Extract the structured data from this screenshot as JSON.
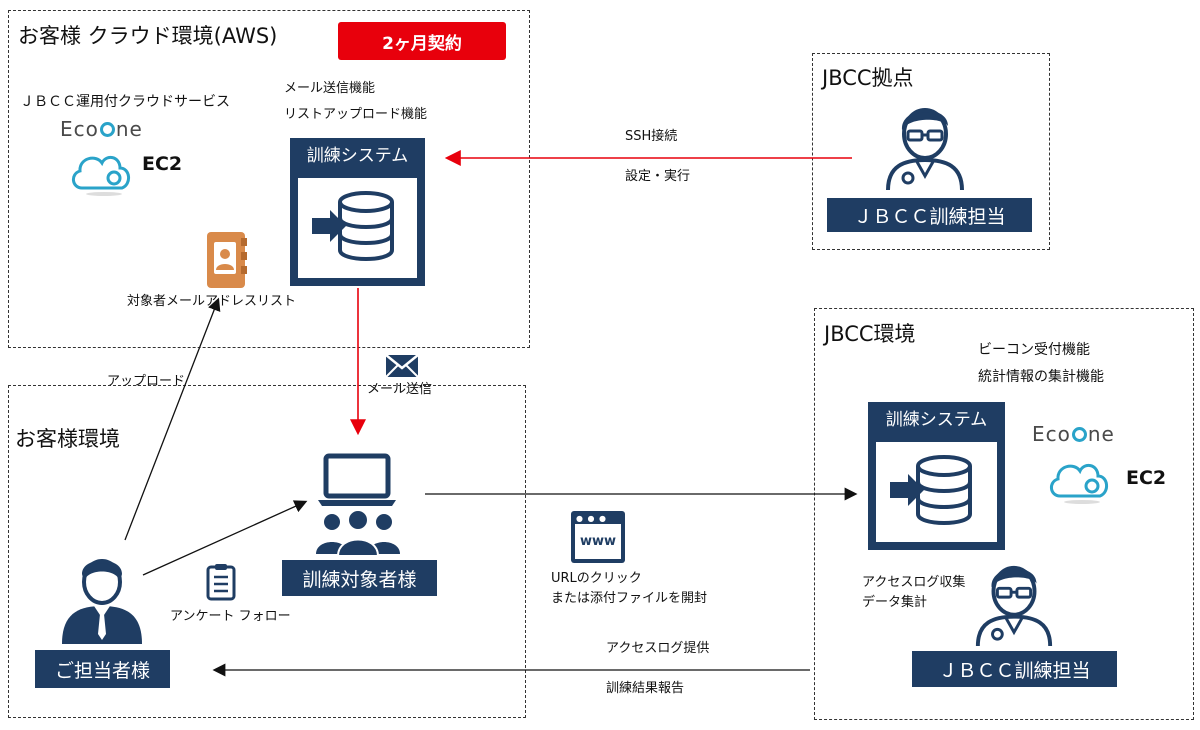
{
  "aws": {
    "title": "お客様 クラウド環境(AWS)",
    "contract_badge": "2ヶ月契約",
    "service_label": "ＪＢＣＣ運用付クラウドサービス",
    "logo_text_1": "Eco",
    "logo_text_2": "ne",
    "ec2": "EC2",
    "func_1": "メール送信機能",
    "func_2": "リストアップロード機能",
    "system_title": "訓練システム",
    "addresslist_label": "対象者メールアドレスリスト"
  },
  "jbcc_base": {
    "title": "JBCC拠点",
    "person_label": "ＪＢＣＣ訓練担当"
  },
  "ssh": {
    "line1": "SSH接続",
    "line2": "設定・実行"
  },
  "mail": {
    "label": "メール送信"
  },
  "upload": {
    "label": "アップロード"
  },
  "customer": {
    "title": "お客様環境",
    "targets_label": "訓練対象者様",
    "contact_label": "ご担当者様",
    "survey_label": "アンケート フォロー"
  },
  "url_click": {
    "line1": "URLのクリック",
    "line2": "または添付ファイルを開封",
    "www": "www"
  },
  "jbcc_env": {
    "title": "JBCC環境",
    "func_1": "ビーコン受付機能",
    "func_2": "統計情報の集計機能",
    "system_title": "訓練システム",
    "logo_text_1": "Eco",
    "logo_text_2": "ne",
    "ec2": "EC2",
    "log_1": "アクセスログ収集",
    "log_2": "データ集計",
    "person_label": "ＪＢＣＣ訓練担当"
  },
  "report": {
    "line1": "アクセスログ提供",
    "line2": "訓練結果報告"
  },
  "colors": {
    "navy": "#1f3d63",
    "red": "#e8000c",
    "eco_teal": "#2aa3c9",
    "clipboard_orange": "#d98a4a"
  }
}
